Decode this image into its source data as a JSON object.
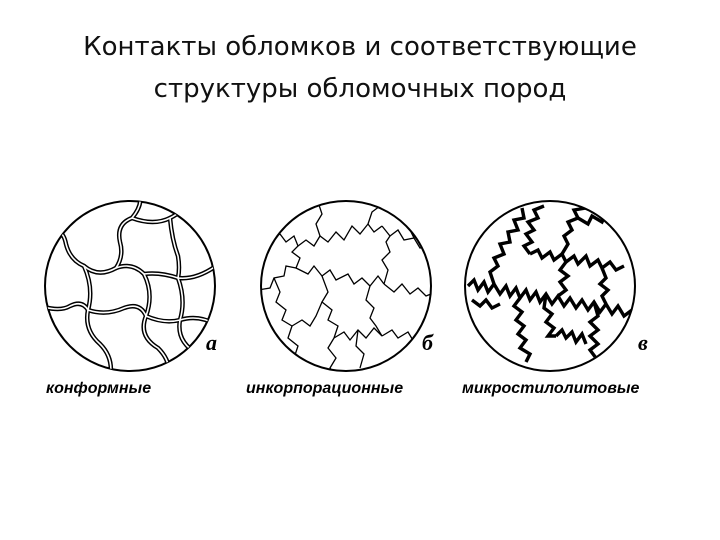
{
  "title": {
    "line1": "Контакты обломков и соответствующие",
    "line2": "структуры обломочных пород"
  },
  "panels": [
    {
      "letter": "а",
      "caption": "конформные"
    },
    {
      "letter": "б",
      "caption": "инкорпорационные"
    },
    {
      "letter": "в",
      "caption": "микростилолитовые"
    }
  ]
}
